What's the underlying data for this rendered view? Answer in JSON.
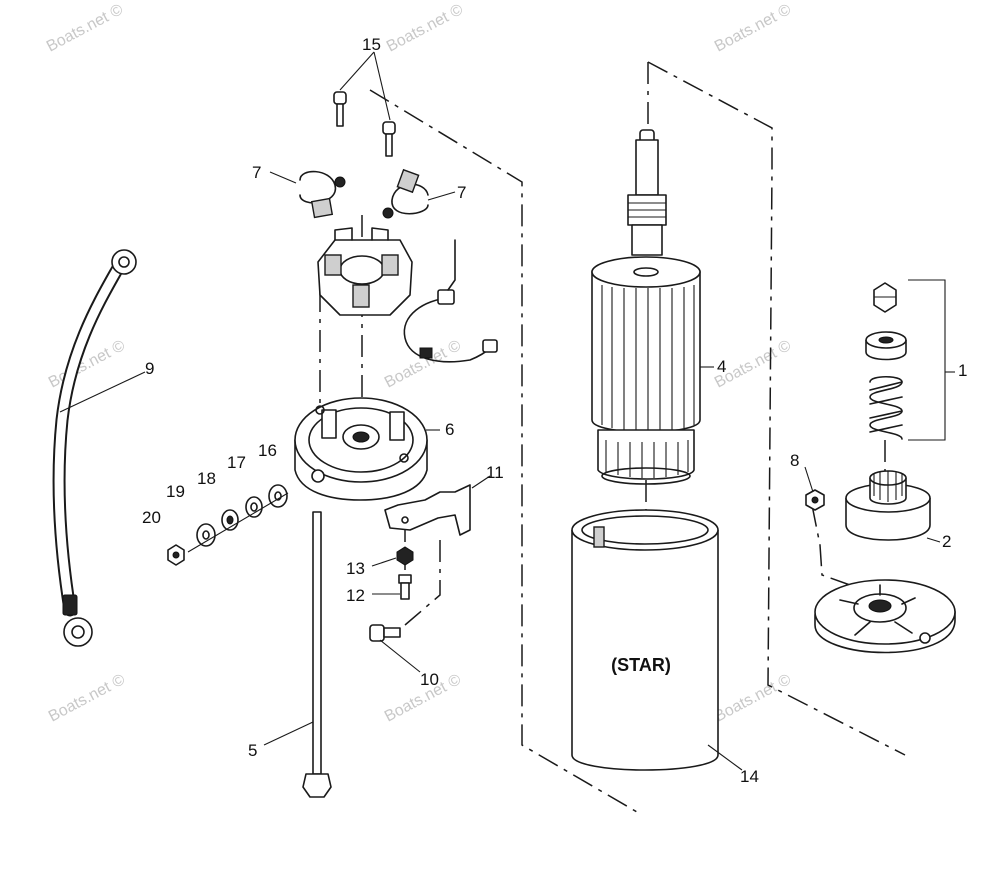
{
  "watermark": "Boats.net ©",
  "housing_label": "(STAR)",
  "callouts": {
    "c1": "1",
    "c2": "2",
    "c4": "4",
    "c5": "5",
    "c6": "6",
    "c7a": "7",
    "c7b": "7",
    "c8": "8",
    "c9": "9",
    "c10": "10",
    "c11": "11",
    "c12": "12",
    "c13": "13",
    "c14": "14",
    "c15": "15",
    "c16": "16",
    "c17": "17",
    "c18": "18",
    "c19": "19",
    "c20": "20"
  }
}
